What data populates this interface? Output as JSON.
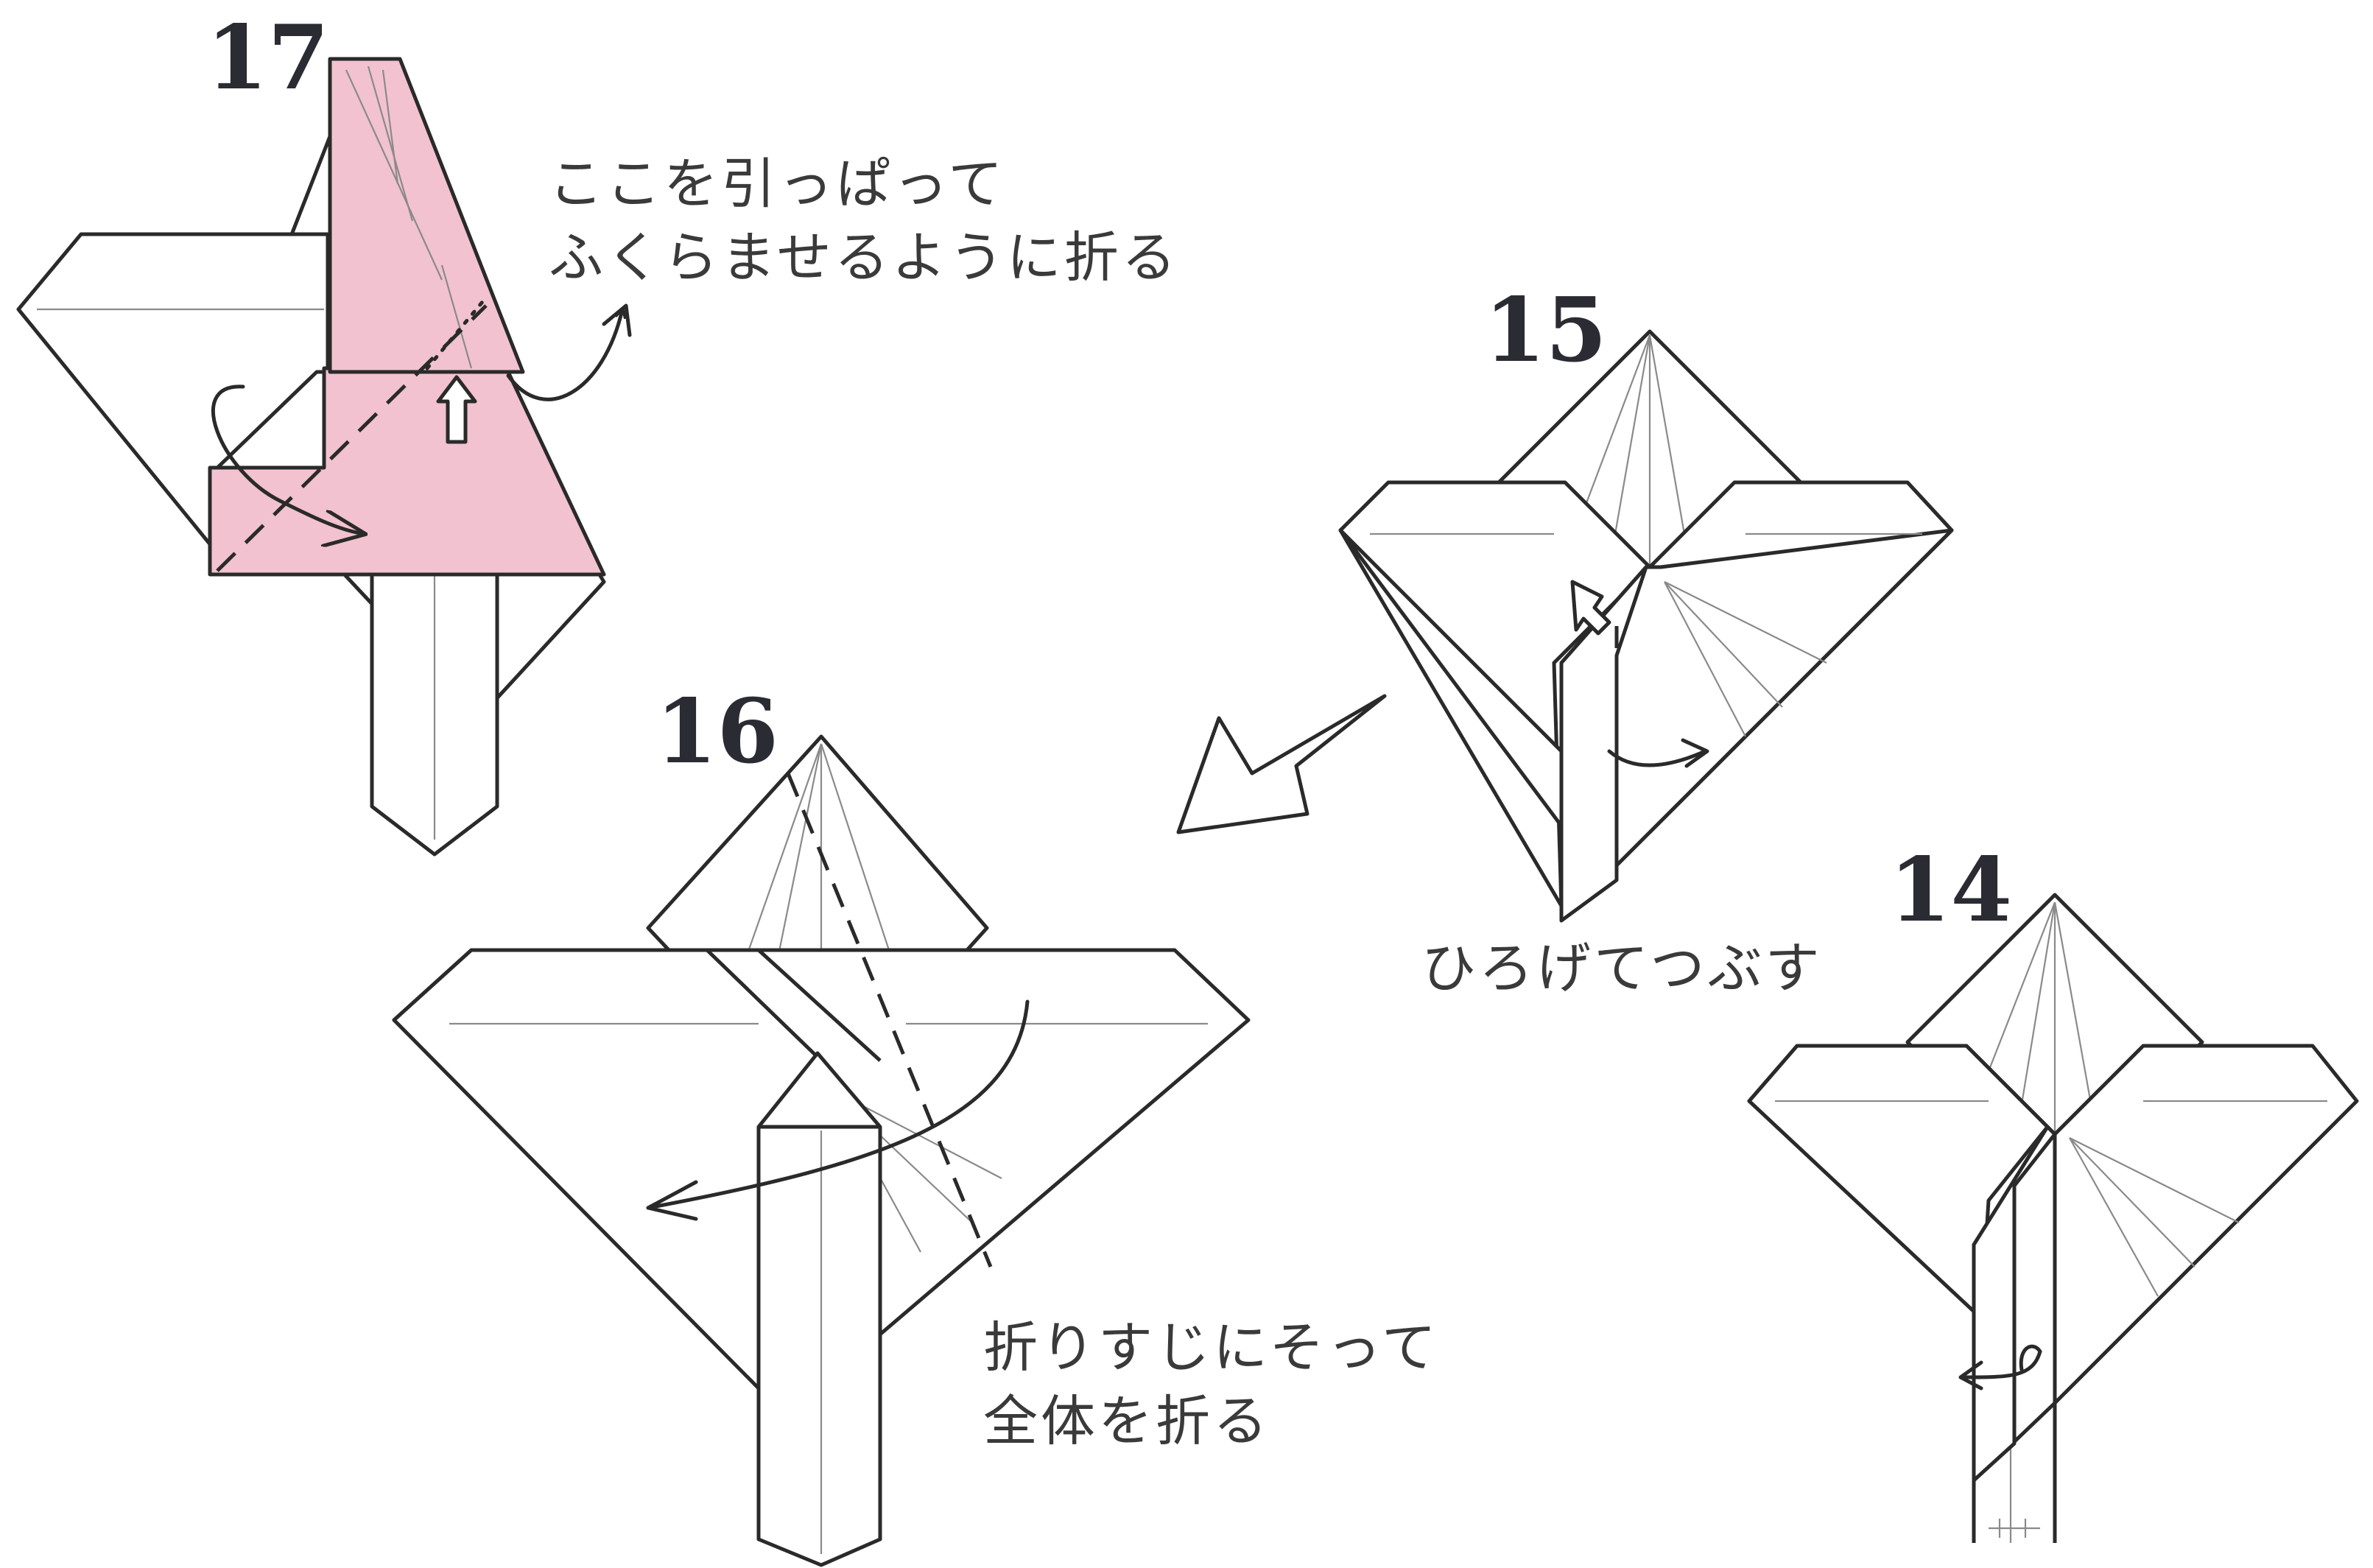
{
  "steps": [
    {
      "number": "17"
    },
    {
      "number": "16"
    },
    {
      "number": "15"
    },
    {
      "number": "14"
    }
  ],
  "notes": {
    "step17_line1": "ここを引っぱって",
    "step17_line2": "ふくらませるように折る",
    "step16_line1": "折りすじにそって",
    "step16_line2": "全体を折る",
    "step15": "ひろげてつぶす"
  },
  "colors": {
    "pink_paper": "#f2c2d0",
    "paper": "#ffffff",
    "line": "#2a2a2a"
  }
}
